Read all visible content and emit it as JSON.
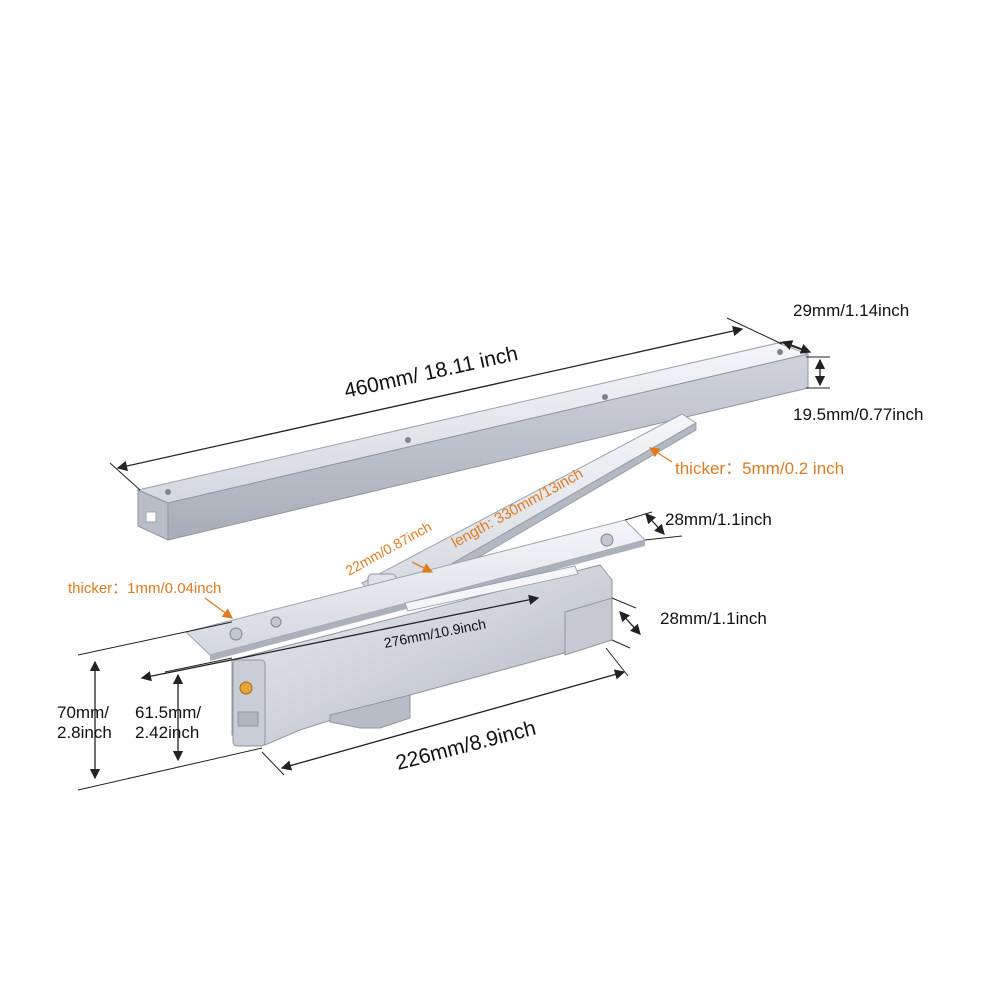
{
  "colors": {
    "orange": "#e07a1f",
    "dimension_text": "#111111",
    "metal_light": "#e9ecf0",
    "metal_mid": "#c9ced6",
    "metal_dark": "#9aa1ab"
  },
  "labels": {
    "track_length": "460mm/ 18.11 inch",
    "track_width": "29mm/1.14inch",
    "track_height": "19.5mm/0.77inch",
    "arm_thickness": "thicker：5mm/0.2 inch",
    "arm_length": "length: 330mm/13inch",
    "arm_width": "22mm/0.87inch",
    "plate_width": "28mm/1.1inch",
    "body_width": "28mm/1.1inch",
    "plate_thickness": "thicker：1mm/0.04inch",
    "plate_length": "276mm/10.9inch",
    "height_total_mm": "70mm/",
    "height_total_in": "2.8inch",
    "height_body_mm": "61.5mm/",
    "height_body_in": "2.42inch",
    "body_length": "226mm/8.9inch"
  },
  "icons": {
    "arrow": "arrow-icon",
    "screw": "screw-icon"
  }
}
